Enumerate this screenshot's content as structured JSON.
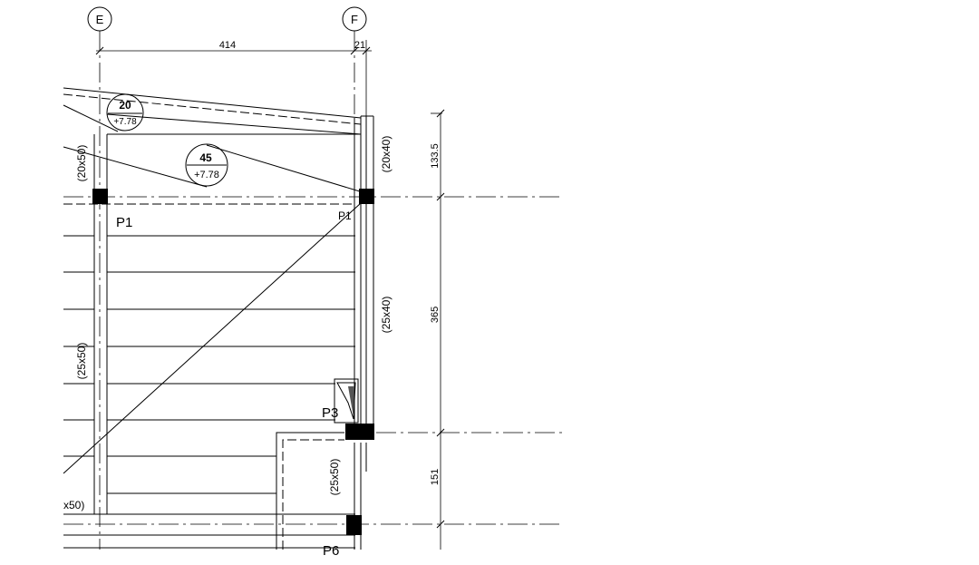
{
  "grid_axes": {
    "left": "E",
    "right": "F"
  },
  "dimensions": {
    "top_span": "414",
    "top_small": "21",
    "right_upper": "133.5",
    "right_middle": "365",
    "right_lower": "151"
  },
  "beams": {
    "upper_right": "(20x40)",
    "upper_left": "(20x50)",
    "left_long": "(25x50)",
    "right_long": "(25x40)",
    "lower_mid": "(25x50)",
    "bottom_left": "x50)"
  },
  "pillars": {
    "p1": "P1",
    "p3": "P3",
    "p6": "P6",
    "p1_right": "P1"
  },
  "level_markers": [
    {
      "top": "20",
      "bottom": "+7.78"
    },
    {
      "top": "45",
      "bottom": "+7.78"
    }
  ]
}
